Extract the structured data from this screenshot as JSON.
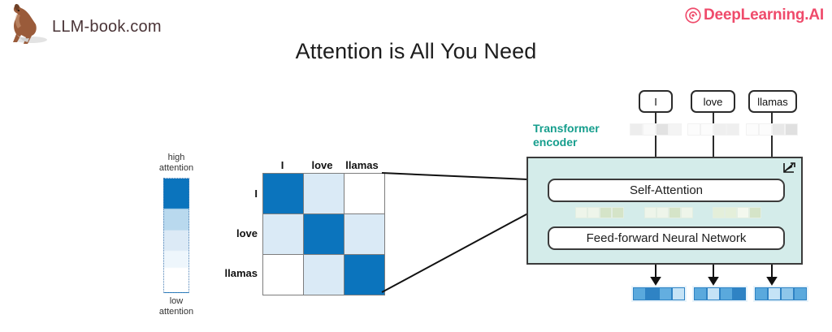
{
  "header": {
    "left_brand": "LLM-book.com",
    "left_logo_icon": "kangaroo-logo-icon",
    "right_brand": "DeepLearning.AI",
    "right_logo_icon": "deeplearning-ai-mark-icon",
    "right_brand_color": "#ef4b6b"
  },
  "title": "Attention is All You Need",
  "legend": {
    "high_label_line1": "high",
    "high_label_line2": "attention",
    "low_label_line1": "low",
    "low_label_line2": "attention",
    "high_color": "#0b74bd",
    "low_color": "#ffffff"
  },
  "matrix": {
    "columns": [
      "I",
      "love",
      "llamas"
    ],
    "rows": [
      "I",
      "love",
      "llamas"
    ],
    "levels": [
      [
        "high",
        "mid",
        "low"
      ],
      [
        "mid",
        "high",
        "mid"
      ],
      [
        "low",
        "mid",
        "high"
      ]
    ],
    "colors": {
      "high": "#0b74bd",
      "mid": "#daeaf6",
      "low": "#ffffff"
    }
  },
  "encoder": {
    "label_line1": "Transformer",
    "label_line2": "encoder",
    "label_color": "#169e8d",
    "fill_color": "#d4ecea",
    "self_attention_label": "Self-Attention",
    "feed_forward_label": "Feed-forward Neural Network",
    "resize_icon": "expand-arrows-icon",
    "intermediate_vectors": [
      [
        "#eef5ea",
        "#eef5ea",
        "#d5e4c8",
        "#d5e4c8"
      ],
      [
        "#eef5ea",
        "#eef5ea",
        "#d5e4c8",
        "#eef5ea"
      ],
      [
        "#e4efda",
        "#e4efda",
        "#f3f8ee",
        "#d5e4c8"
      ]
    ]
  },
  "tokens": [
    {
      "word": "I",
      "input_vector": [
        "#ededed",
        "#fafafa",
        "#e2e2e2",
        "#f4f4f4"
      ],
      "output_vector": [
        "#5aa9dd",
        "#2f83c4",
        "#63aee0",
        "#c5e3f6"
      ]
    },
    {
      "word": "love",
      "input_vector": [
        "#fcfcfc",
        "#fcfcfc",
        "#efefef",
        "#efefef"
      ],
      "output_vector": [
        "#5aa9dd",
        "#c5e3f6",
        "#5aa9dd",
        "#2f83c4"
      ]
    },
    {
      "word": "llamas",
      "input_vector": [
        "#fcfcfc",
        "#fcfcfc",
        "#e8e8e8",
        "#e0e0e0"
      ],
      "output_vector": [
        "#5aa9dd",
        "#c5e3f6",
        "#8ec6ea",
        "#5aa9dd"
      ]
    }
  ]
}
